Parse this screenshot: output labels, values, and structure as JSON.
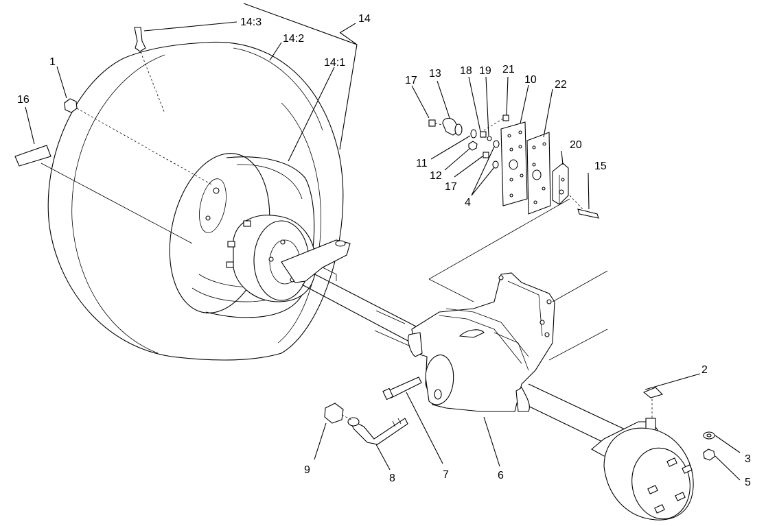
{
  "callouts": {
    "c1": "1",
    "c2": "2",
    "c3": "3",
    "c4": "4",
    "c5": "5",
    "c6": "6",
    "c7": "7",
    "c8": "8",
    "c9": "9",
    "c10": "10",
    "c11": "11",
    "c12": "12",
    "c13": "13",
    "c14": "14",
    "c14_1": "14:1",
    "c14_2": "14:2",
    "c14_3": "14:3",
    "c15": "15",
    "c16": "16",
    "c17a": "17",
    "c17b": "17",
    "c18": "18",
    "c19": "19",
    "c20": "20",
    "c21": "21",
    "c22": "22"
  }
}
